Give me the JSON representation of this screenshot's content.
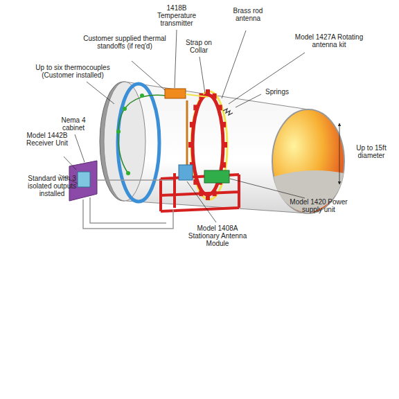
{
  "diagram": {
    "labels": [
      "1418B Temperature transmitter",
      "Customer supplied thermal standoffs (if req'd)",
      "Brass rod antenna",
      "Model 1427A Rotating antenna kit",
      "Strap on Collar",
      "Up to six thermocouples (Customer installed)",
      "Springs",
      "Nema 4 cabinet",
      "Model 1442B Receiver Unit",
      "Up to 15ft diameter",
      "Standard with 3 isolated outputs installed",
      "Model 1420 Power supply unit",
      "Model 1408A Stationary Antenna Module"
    ]
  }
}
